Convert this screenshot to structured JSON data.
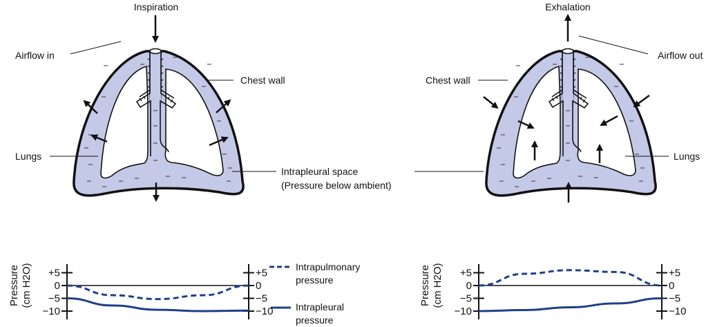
{
  "colors": {
    "pleural_fill": "#c5c9e8",
    "curve": "#1f3f8a",
    "outline": "#111111"
  },
  "inspiration": {
    "title": "Inspiration",
    "airflow_label": "Airflow in",
    "chest_wall_label": "Chest wall",
    "lungs_label": "Lungs",
    "intrapleural_label": "Intrapleural space",
    "intrapleural_sublabel": "(Pressure below ambient)"
  },
  "exhalation": {
    "title": "Exhalation",
    "airflow_label": "Airflow out",
    "chest_wall_label": "Chest wall",
    "lungs_label": "Lungs"
  },
  "legend": {
    "intrapulmonary": [
      "Intrapulmonary",
      "pressure"
    ],
    "intrapleural": [
      "Intrapleural",
      "pressure"
    ]
  },
  "chart_data": [
    {
      "type": "line",
      "title": "Inspiration",
      "ylabel": [
        "Pressure",
        "(cm H2O)"
      ],
      "ylim": [
        -12,
        8
      ],
      "yticks": [
        "+5",
        "0",
        "−5",
        "−10"
      ],
      "ytick_values": [
        5,
        0,
        -5,
        -10
      ],
      "x": [
        0,
        0.25,
        0.5,
        0.75,
        1
      ],
      "series": [
        {
          "name": "Intrapulmonary pressure",
          "style": "dashed",
          "values": [
            0,
            -3.8,
            -5.3,
            -3.8,
            0
          ]
        },
        {
          "name": "Intrapleural pressure",
          "style": "solid",
          "values": [
            -5,
            -7.8,
            -9.5,
            -10,
            -9.8
          ]
        }
      ]
    },
    {
      "type": "line",
      "title": "Exhalation",
      "ylabel": [
        "Pressure",
        "(cm H2O)"
      ],
      "ylim": [
        -12,
        8
      ],
      "yticks": [
        "+5",
        "0",
        "−5",
        "−10"
      ],
      "ytick_values": [
        5,
        0,
        -5,
        -10
      ],
      "x": [
        0,
        0.25,
        0.5,
        0.75,
        1
      ],
      "series": [
        {
          "name": "Intrapulmonary pressure",
          "style": "dashed",
          "values": [
            0,
            4.6,
            6.0,
            5.3,
            0
          ]
        },
        {
          "name": "Intrapleural pressure",
          "style": "solid",
          "values": [
            -10,
            -9.6,
            -8.5,
            -7.0,
            -5
          ]
        }
      ]
    }
  ]
}
